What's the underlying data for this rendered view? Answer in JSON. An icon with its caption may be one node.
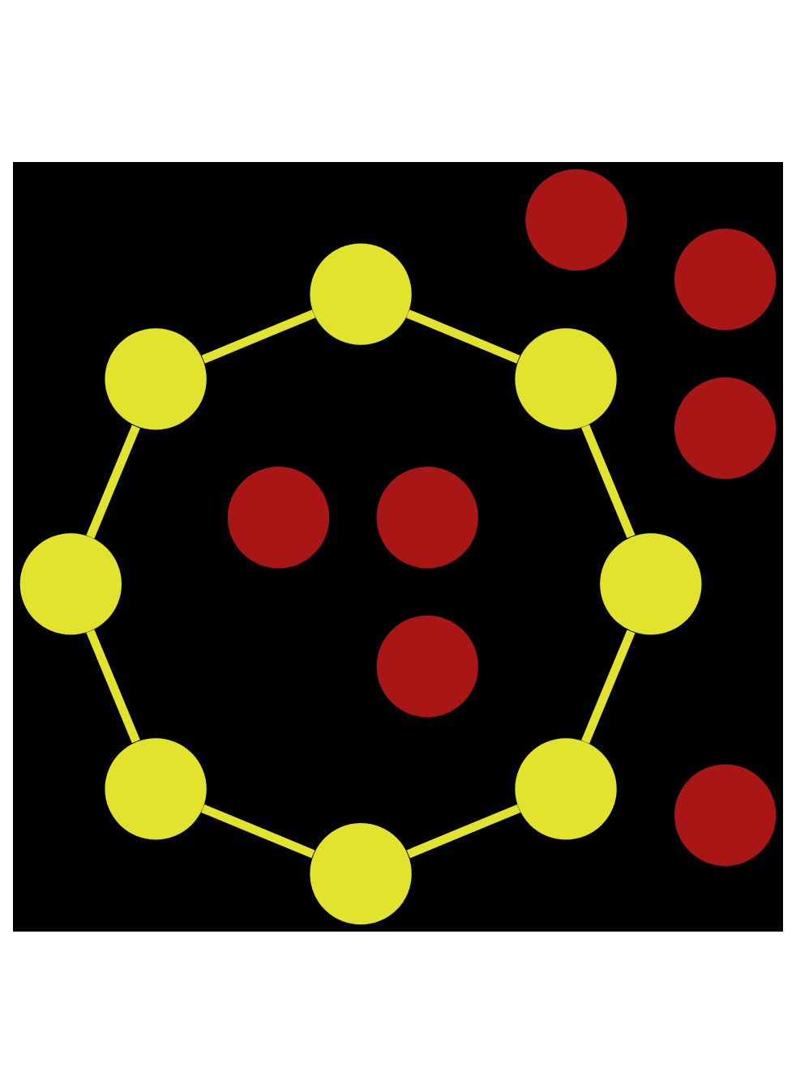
{
  "diagram": {
    "nodes": [
      {
        "text": [],
        "shape": "circle"
      },
      {
        "text": [],
        "shape": "circle"
      },
      {
        "text": [],
        "shape": "circle"
      },
      {
        "text": [],
        "shape": "circle"
      },
      {
        "text": [],
        "shape": "circle"
      },
      {
        "text": [],
        "shape": "circle"
      },
      {
        "text": [],
        "shape": "circle"
      },
      {
        "text": [],
        "shape": "circle"
      },
      {
        "text": [],
        "shape": "circle"
      },
      {
        "text": [],
        "shape": "circle"
      },
      {
        "text": [],
        "shape": "circle"
      },
      {
        "text": [],
        "shape": "circle"
      },
      {
        "text": [],
        "shape": "circle"
      },
      {
        "text": [],
        "shape": "circle"
      },
      {
        "text": [],
        "shape": "circle"
      }
    ],
    "edges": [
      {
        "from": 3,
        "to": 9,
        "arrow": "none"
      },
      {
        "from": 3,
        "to": 8,
        "arrow": "none"
      },
      {
        "from": 4,
        "to": 10,
        "arrow": "none"
      },
      {
        "from": 4,
        "to": 7,
        "arrow": "none"
      },
      {
        "from": 5,
        "to": 6,
        "arrow": "none"
      },
      {
        "from": 5,
        "to": 10,
        "arrow": "none"
      },
      {
        "from": 6,
        "to": 9,
        "arrow": "none"
      },
      {
        "from": 7,
        "to": 8,
        "arrow": "none"
      }
    ]
  }
}
